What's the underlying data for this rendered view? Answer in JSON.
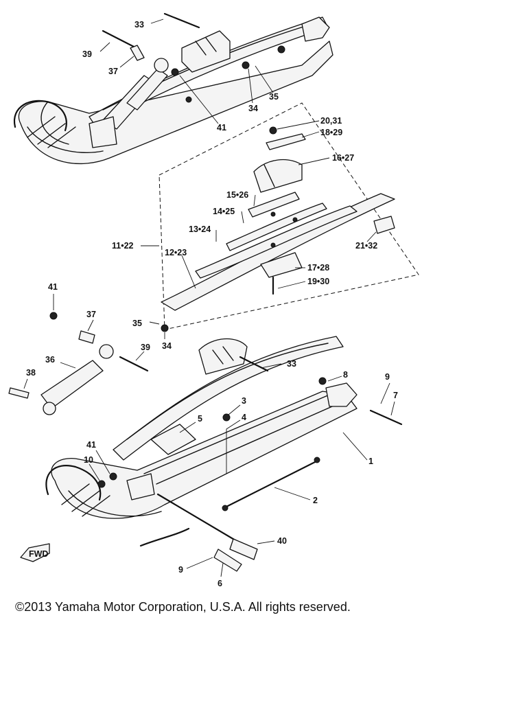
{
  "copyright": "©2013 Yamaha Motor Corporation, U.S.A. All rights reserved.",
  "direction_marker": "FWD",
  "callouts": [
    {
      "label": "33"
    },
    {
      "label": "39"
    },
    {
      "label": "37"
    },
    {
      "label": "41"
    },
    {
      "label": "34"
    },
    {
      "label": "35"
    },
    {
      "label": "20,31"
    },
    {
      "label": "18•29"
    },
    {
      "label": "16•27"
    },
    {
      "label": "15•26"
    },
    {
      "label": "14•25"
    },
    {
      "label": "13•24"
    },
    {
      "label": "11•22"
    },
    {
      "label": "12•23"
    },
    {
      "label": "21•32"
    },
    {
      "label": "17•28"
    },
    {
      "label": "19•30"
    },
    {
      "label": "41"
    },
    {
      "label": "37"
    },
    {
      "label": "35"
    },
    {
      "label": "34"
    },
    {
      "label": "39"
    },
    {
      "label": "36"
    },
    {
      "label": "38"
    },
    {
      "label": "33"
    },
    {
      "label": "8"
    },
    {
      "label": "9"
    },
    {
      "label": "7"
    },
    {
      "label": "3"
    },
    {
      "label": "4"
    },
    {
      "label": "5"
    },
    {
      "label": "1"
    },
    {
      "label": "41"
    },
    {
      "label": "10"
    },
    {
      "label": "2"
    },
    {
      "label": "40"
    },
    {
      "label": "9"
    },
    {
      "label": "6"
    }
  ]
}
